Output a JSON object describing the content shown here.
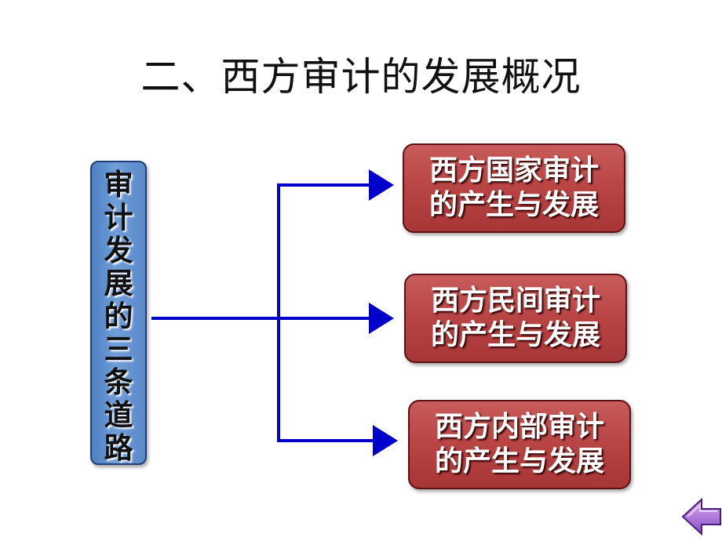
{
  "title": "二、西方审计的发展概况",
  "left_box": {
    "chars": [
      "审",
      "计",
      "发",
      "展",
      "的",
      "三",
      "条",
      "道",
      "路"
    ]
  },
  "nodes": [
    {
      "line1": "西方国家审计",
      "line2": "的产生与发展"
    },
    {
      "line1": "西方民间审计",
      "line2": "的产生与发展"
    },
    {
      "line1": "西方内部审计",
      "line2": "的产生与发展"
    }
  ],
  "colors": {
    "connector": "#0000cc",
    "left_box": "#5a88c9",
    "node_fill": "#b84444"
  },
  "icons": {
    "back": "back-arrow-icon"
  }
}
